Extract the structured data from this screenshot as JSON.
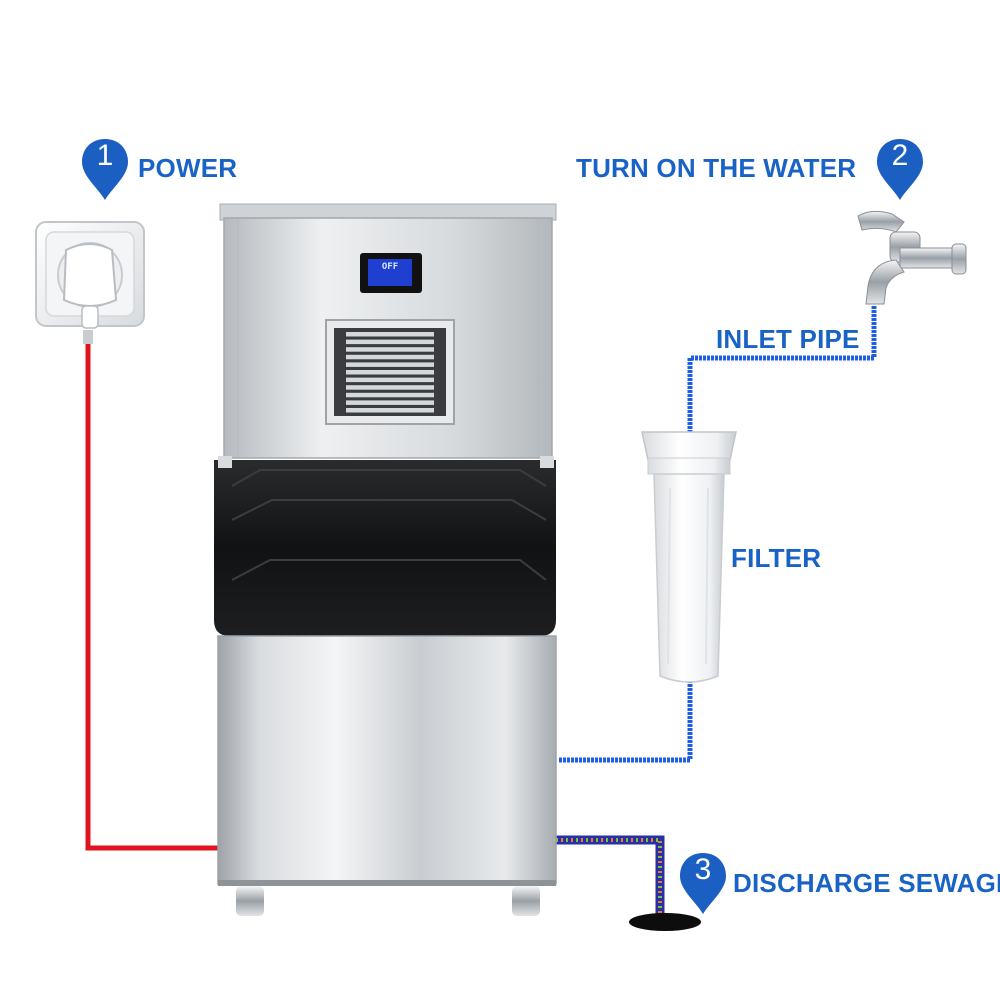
{
  "labels": {
    "power": "POWER",
    "turn_on_water": "TURN ON THE WATER",
    "inlet_pipe": "INLET PIPE",
    "filter": "FILTER",
    "discharge_sewage": "DISCHARGE SEWAGE"
  },
  "steps": {
    "one": "1",
    "two": "2",
    "three": "3"
  },
  "display": {
    "text": "OFF"
  },
  "colors": {
    "label_blue": "#1a63c6",
    "pin_blue": "#1c5fc2",
    "power_cable": "#e0141e",
    "water_line": "#1d5fe0",
    "drain_line": "#2a2fa8",
    "lcd": "#1f3fd0"
  }
}
